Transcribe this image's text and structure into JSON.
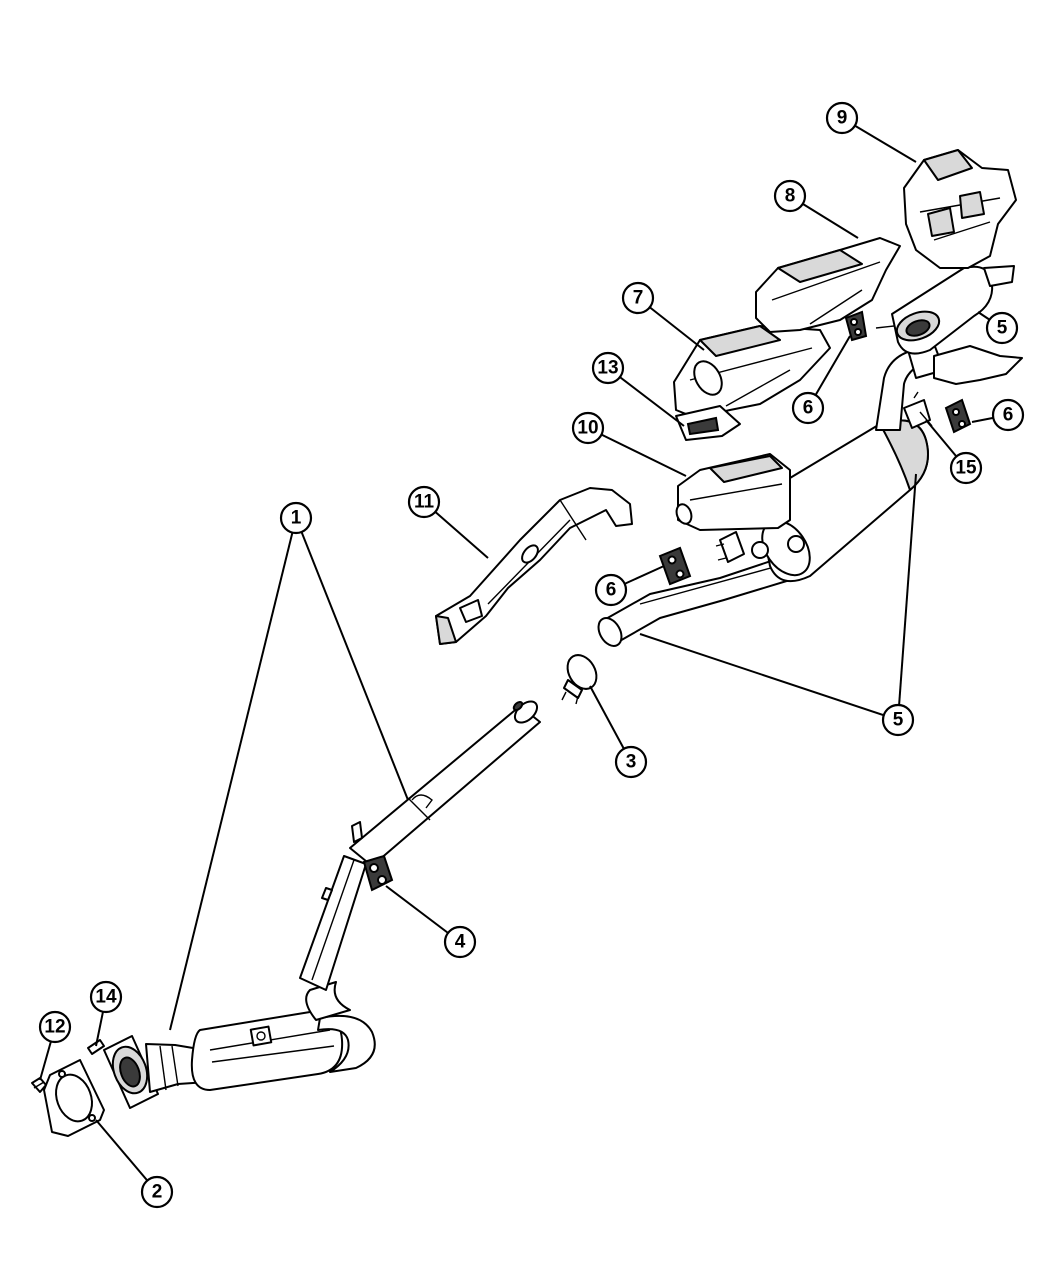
{
  "callouts": [
    {
      "id": "c1",
      "label": "1"
    },
    {
      "id": "c2",
      "label": "2"
    },
    {
      "id": "c3",
      "label": "3"
    },
    {
      "id": "c4",
      "label": "4"
    },
    {
      "id": "c5a",
      "label": "5"
    },
    {
      "id": "c5b",
      "label": "5"
    },
    {
      "id": "c6a",
      "label": "6"
    },
    {
      "id": "c6b",
      "label": "6"
    },
    {
      "id": "c6c",
      "label": "6"
    },
    {
      "id": "c7",
      "label": "7"
    },
    {
      "id": "c8",
      "label": "8"
    },
    {
      "id": "c9",
      "label": "9"
    },
    {
      "id": "c10",
      "label": "10"
    },
    {
      "id": "c11",
      "label": "11"
    },
    {
      "id": "c12",
      "label": "12"
    },
    {
      "id": "c13",
      "label": "13"
    },
    {
      "id": "c14",
      "label": "14"
    },
    {
      "id": "c15",
      "label": "15"
    }
  ]
}
